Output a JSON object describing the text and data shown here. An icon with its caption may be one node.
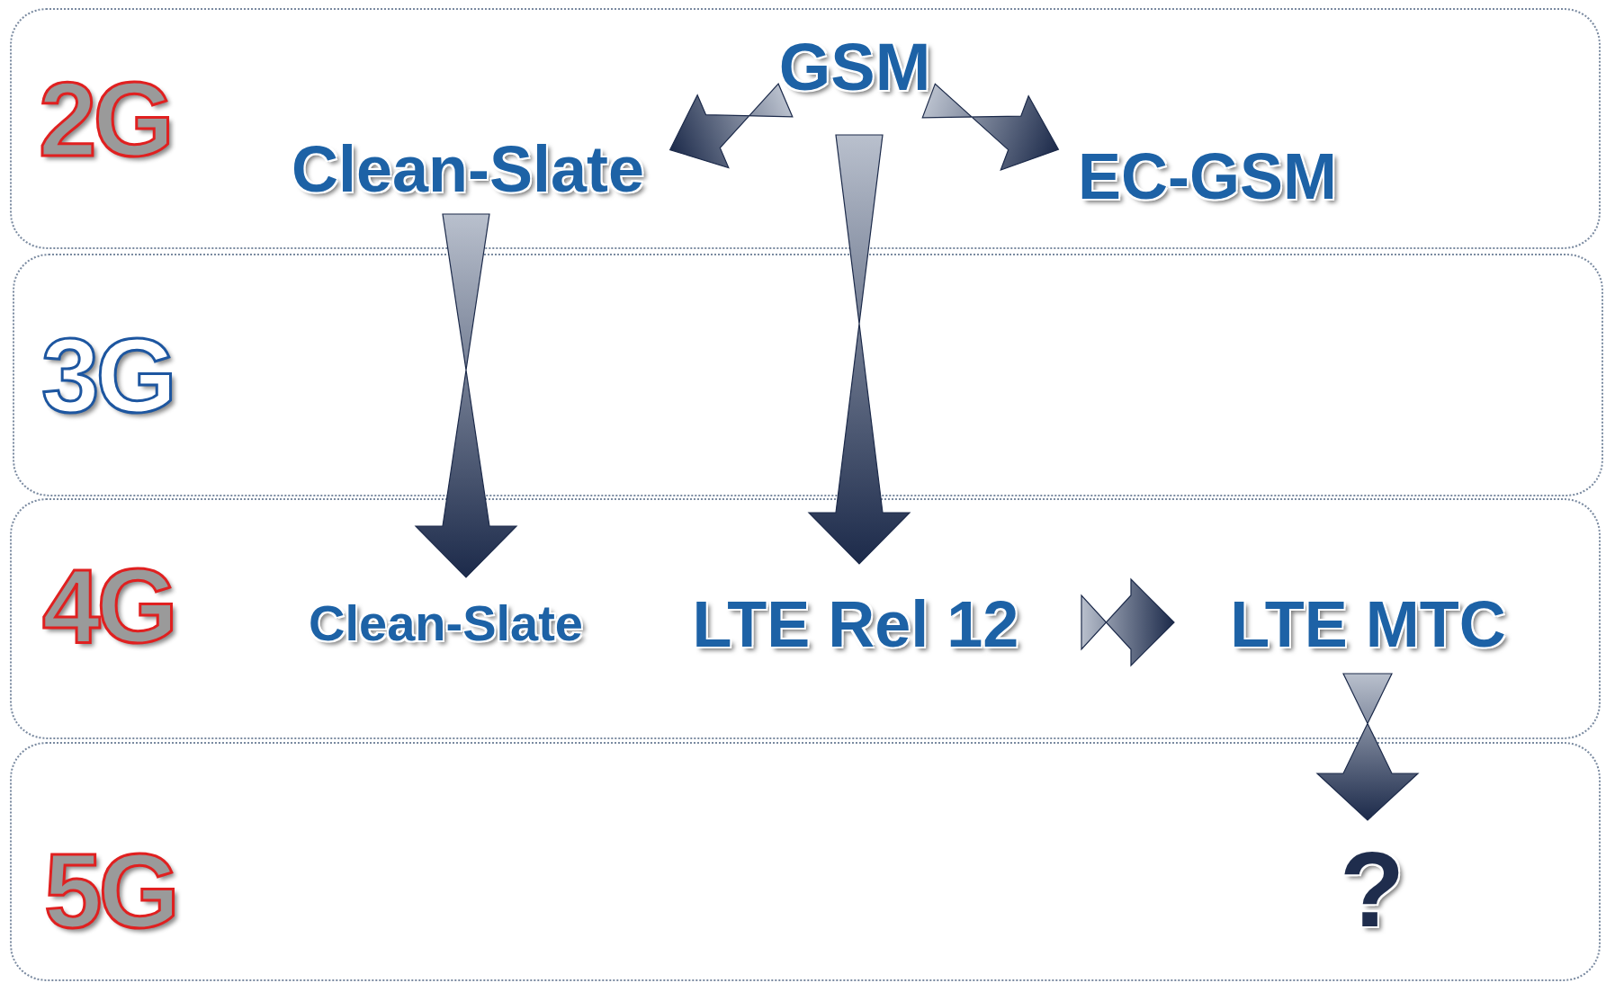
{
  "diagram": {
    "nodes": [
      {
        "text": [
          "2G"
        ]
      },
      {
        "text": [
          "GSM"
        ],
        "in": 0
      },
      {
        "text": [
          "Clean-Slate"
        ],
        "in": 0
      },
      {
        "text": [
          "EC-GSM"
        ],
        "in": 0
      },
      {
        "text": [
          "3G"
        ]
      },
      {
        "text": [
          "4G"
        ]
      },
      {
        "text": [
          "Clean-Slate"
        ],
        "in": 5
      },
      {
        "text": [
          "LTE Rel 12"
        ],
        "in": 5
      },
      {
        "text": [
          "LTE MTC"
        ],
        "in": 5
      },
      {
        "text": [
          "5G"
        ]
      },
      {
        "text": [
          "?"
        ],
        "in": 9
      }
    ],
    "edges": [
      {
        "from": 1,
        "to": 2,
        "arrow": "to"
      },
      {
        "from": 1,
        "to": 3,
        "arrow": "to"
      },
      {
        "from": 1,
        "to": 7,
        "arrow": "to"
      },
      {
        "from": 2,
        "to": 6,
        "arrow": "to"
      },
      {
        "from": 7,
        "to": 8,
        "arrow": "to"
      },
      {
        "from": 8,
        "to": 10,
        "arrow": "to"
      }
    ]
  }
}
